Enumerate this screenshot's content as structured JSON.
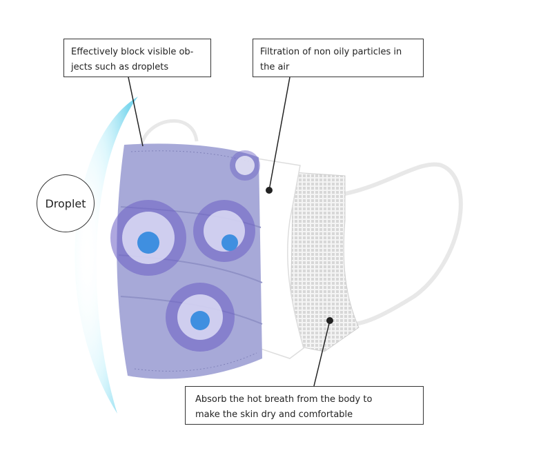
{
  "callouts": {
    "droplet_block": {
      "line1": "Effectively block visible ob-",
      "line2": "jects such as droplets"
    },
    "filtration": {
      "line1": "Filtration of non oily particles in",
      "line2": "the air"
    },
    "absorb": {
      "line1": "Absorb the hot breath from the body to",
      "line2": "make the skin dry and comfortable"
    }
  },
  "droplet_label": "Droplet",
  "colors": {
    "mask_outer": "#a7a9d8",
    "flower": "#6b5fc4",
    "flower_center": "#3f8fe0",
    "droplet_glow": "#7ad8ee",
    "line": "#222222"
  }
}
